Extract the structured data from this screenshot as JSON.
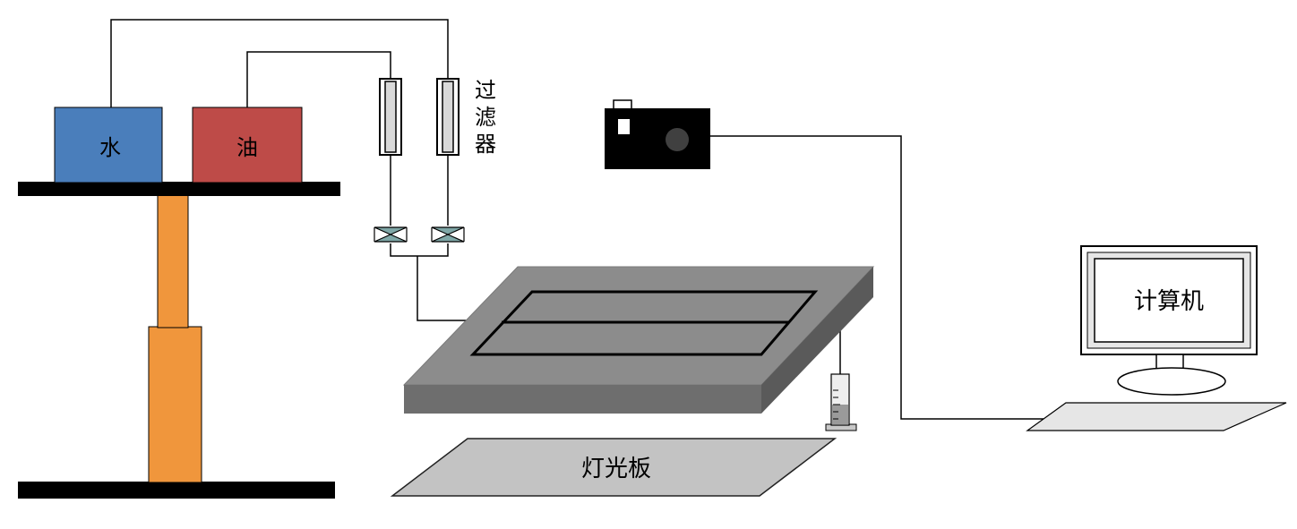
{
  "labels": {
    "water": "水",
    "oil": "油",
    "filter": [
      "过",
      "滤",
      "器"
    ],
    "computer": "计算机",
    "light_panel": "灯光板"
  },
  "colors": {
    "water_tank": "#4a7ebb",
    "oil_tank": "#be4b48",
    "lift_column": "#f0963c",
    "platform": "#000000",
    "chip_top": "#8c8c8c",
    "chip_front": "#6e6e6e",
    "chip_side": "#5a5a5a",
    "light_panel": "#c3c3c3",
    "camera": "#000000",
    "keyboard": "#e6e6e6"
  }
}
